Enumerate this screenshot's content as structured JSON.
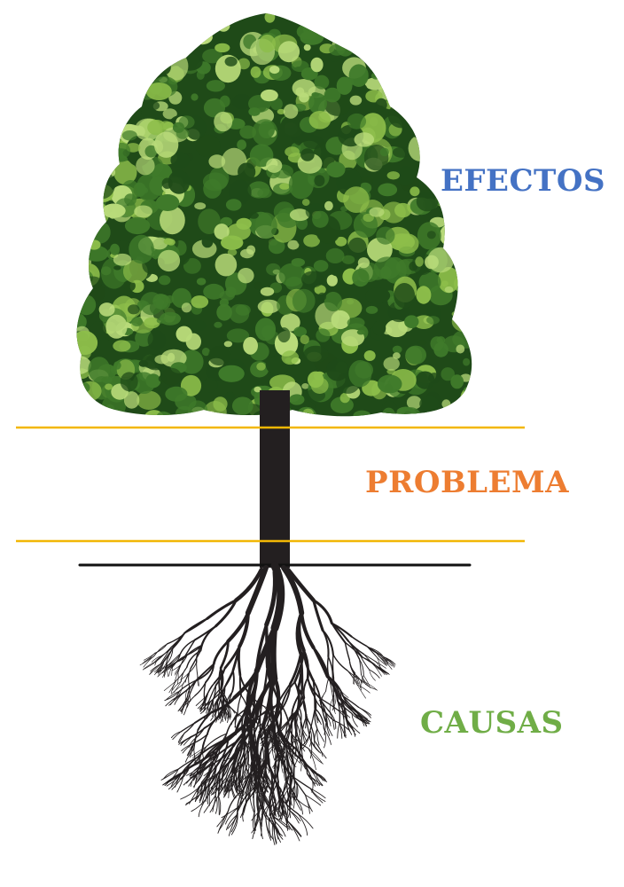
{
  "labels": {
    "efectos": "EFECTOS",
    "problema": "PROBLEMA",
    "causas": "CAUSAS"
  },
  "colors": {
    "efectos": "#4472C4",
    "problema": "#ED7D31",
    "causas": "#70AD47",
    "divider": "#F2B705",
    "trunk": "#231F20",
    "foliage_dark": "#1F4A18",
    "foliage_mid": "#3F7A2A",
    "foliage_light": "#8DBE4A",
    "foliage_highlight": "#B9DB7A"
  },
  "icons": [
    "tree-canopy-illustration",
    "tree-trunk-illustration",
    "tree-roots-illustration"
  ]
}
